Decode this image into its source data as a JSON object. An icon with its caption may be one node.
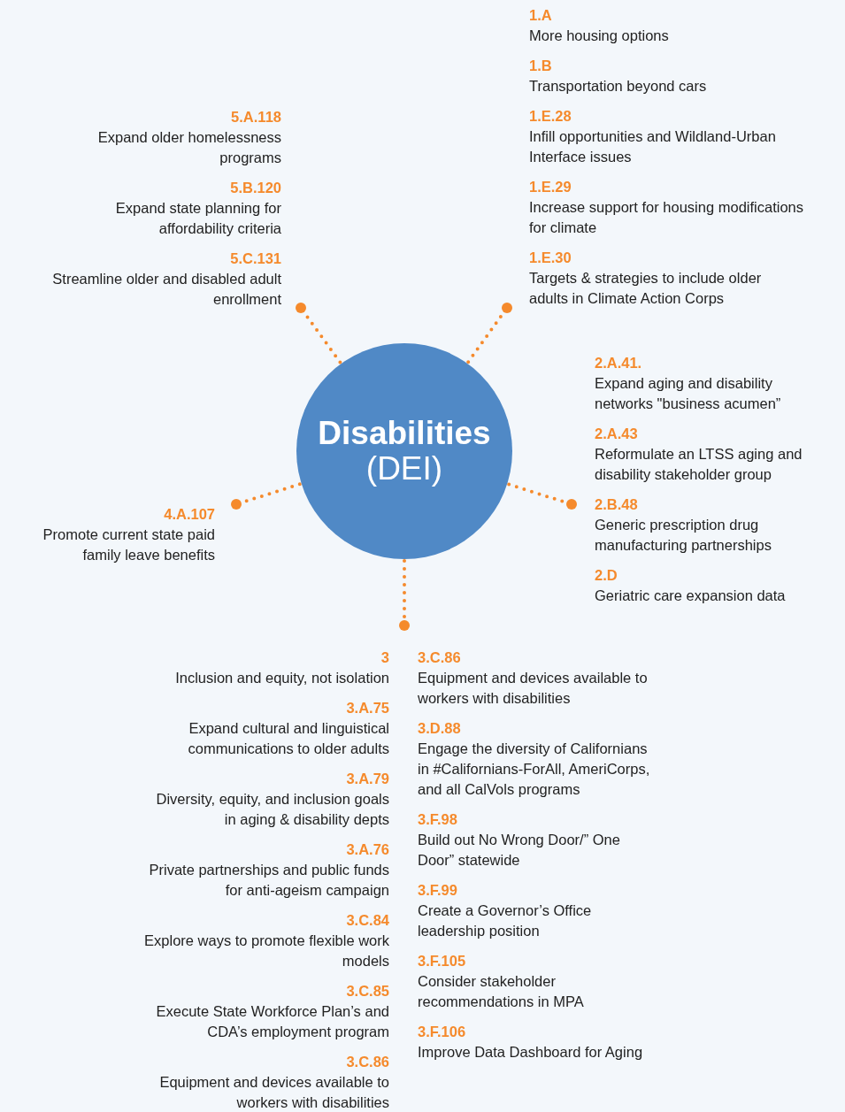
{
  "diagram": {
    "nodes": [
      {
        "text": [
          "Disabilities",
          "(DEI)"
        ]
      },
      {
        "text": [],
        "shape": "circle"
      },
      {
        "text": [],
        "shape": "circle"
      },
      {
        "text": [],
        "shape": "circle"
      },
      {
        "text": [],
        "shape": "circle"
      },
      {
        "text": [],
        "shape": "circle"
      }
    ],
    "edges": [
      {
        "from": 0,
        "to": 1,
        "arrow": "none"
      },
      {
        "from": 0,
        "to": 2,
        "arrow": "none"
      },
      {
        "from": 0,
        "to": 3,
        "arrow": "none"
      },
      {
        "from": 0,
        "to": 4,
        "arrow": "none"
      },
      {
        "from": 0,
        "to": 5,
        "arrow": "none"
      }
    ],
    "labels": [
      "1.A",
      "More housing options",
      "1.B",
      "Transportation beyond cars",
      "1.E.28",
      "Infill opportunities and Wildland-Urban Interface issues",
      "1.E.29",
      "Increase support for housing modifications for climate",
      "1.E.30",
      "Targets & strategies to include older adults in Climate Action Corps",
      "5.A.118",
      "Expand older homelessness programs",
      "5.B.120",
      "Expand state planning for affordability criteria",
      "5.C.131",
      "Streamline older and disabled adult enrollment",
      "2.A.41.",
      "Expand aging and disability networks \"business acumen”",
      "2.A.43",
      "Reformulate an LTSS aging and disability stakeholder group",
      "2.B.48",
      "Generic prescription drug manufacturing partnerships",
      "2.D",
      "Geriatric care expansion data",
      "4.A.107",
      "Promote current state paid family leave benefits",
      "3",
      "Inclusion and equity, not isolation",
      "3.A.75",
      "Expand cultural and linguistical communications to older adults",
      "3.A.79",
      "Diversity, equity, and inclusion goals in aging & disability depts",
      "3.A.76",
      "Private partnerships and public funds for anti-ageism campaign",
      "3.C.84",
      "Explore ways to promote flexible work models",
      "3.C.85",
      "Execute State Workforce Plan’s and CDA’s employment program",
      "3.C.86",
      "Equipment and devices available to workers with disabilities",
      "3.C.86",
      "Equipment and devices available to workers with disabilities",
      "3.D.88",
      "Engage the diversity of Californians in #Californians-ForAll, AmeriCorps, and all CalVols programs",
      "3.F.98",
      "Build out No Wrong Door/” One Door” statewide",
      "3.F.99",
      "Create a Governor’s Office leadership position",
      "3.F.105",
      "Consider stakeholder recommendations in MPA",
      "3.F.106",
      "Improve Data Dashboard for Aging"
    ]
  }
}
